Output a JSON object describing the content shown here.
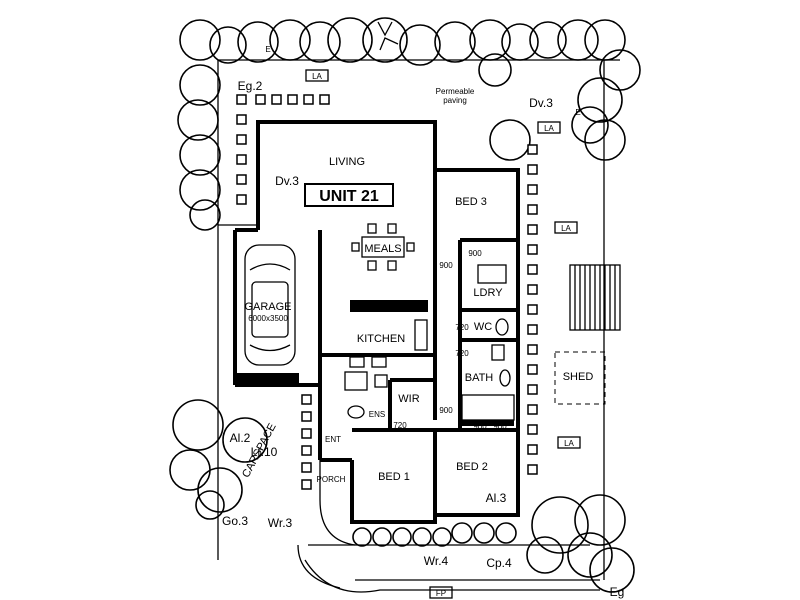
{
  "title": "UNIT 21",
  "rooms": {
    "living": "LIVING",
    "meals": "MEALS",
    "kitchen": "KITCHEN",
    "bed3": "BED 3",
    "ldry": "LDRY",
    "wc": "WC",
    "bath": "BATH",
    "wir": "WIR",
    "ens": "ENS",
    "bed1": "BED 1",
    "bed2": "BED 2",
    "porch": "PORCH",
    "garage": "GARAGE",
    "garage_dims": "6000x3500",
    "shed": "SHED",
    "carspace": "CARSPACE"
  },
  "labels": {
    "permeable": "Permeable",
    "paving": "paving",
    "ent": "ENT",
    "la": "LA",
    "e": "E",
    "fp": "FP"
  },
  "plants": {
    "eg2": "Eg.2",
    "dv3_top": "Dv.3",
    "dv3_left": "Dv.3",
    "al2": "Al.2",
    "lt10": "Lt.10",
    "go3": "Go.3",
    "wr3": "Wr.3",
    "wr4": "Wr.4",
    "cp4": "Cp.4",
    "al3": "Al.3",
    "eg": "Eg"
  },
  "dims": [
    "900",
    "900",
    "900",
    "900",
    "900",
    "720",
    "720",
    "720"
  ]
}
